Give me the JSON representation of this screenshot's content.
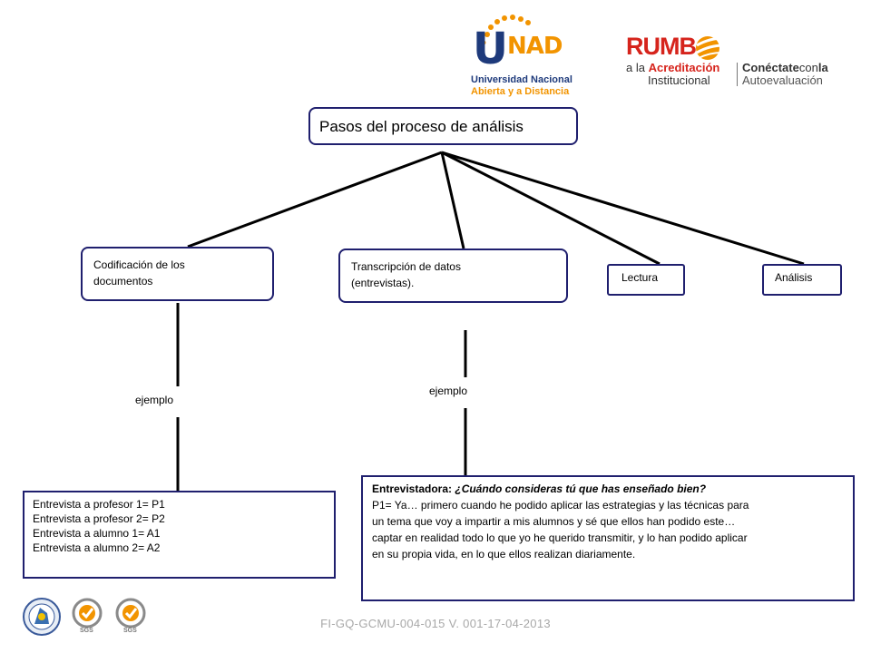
{
  "header": {
    "unad_logo": {
      "wordmark_u": "U",
      "wordmark_nad": "NAD",
      "line1": "Universidad Nacional",
      "line2": "Abierta y a Distancia"
    },
    "rumbo_logo": {
      "word": "RUMB",
      "line1_prefix": "a la ",
      "line1_bold": "Acreditación",
      "line2": "Institucional",
      "right_line1_a": "Conéctate",
      "right_line1_b": "con",
      "right_line1_c": "la",
      "right_line2": "Autoevaluación"
    }
  },
  "diagram": {
    "title": "Pasos del proceso de análisis",
    "steps": {
      "codificacion_line1": "Codificación de los",
      "codificacion_line2": "documentos",
      "transcripcion_line1": "Transcripción de datos",
      "transcripcion_line2": "(entrevistas).",
      "lectura": "Lectura",
      "analisis": "Análisis"
    },
    "example_label_left": "ejemplo",
    "example_label_right": "ejemplo",
    "codes": [
      "Entrevista a profesor 1= P1",
      "Entrevista a profesor 2= P2",
      "Entrevista a alumno 1= A1",
      "Entrevista a alumno 2= A2"
    ],
    "interview": {
      "speaker": "Entrevistadora: ",
      "question": "¿Cuándo consideras tú que has enseñado bien?",
      "answer_lines": [
        "P1= Ya… primero cuando he podido aplicar las estrategias y las técnicas para",
        "un tema que voy a impartir a mis alumnos y sé que ellos han podido este…",
        "captar en realidad todo lo que yo he querido transmitir, y lo han podido aplicar",
        "en su propia vida, en lo que ellos realizan diariamente."
      ]
    }
  },
  "footer": {
    "code": "FI-GQ-GCMU-004-015  V. 001-17-04-2013",
    "badge_text_1": "SGS",
    "badge_text_2": "SGS"
  },
  "colors": {
    "unad_blue": "#1e3a7b",
    "unad_orange": "#f29400",
    "rumbo_red": "#d6241c",
    "rumbo_orange": "#f29400",
    "box_border": "#1f1f6e",
    "footer_text": "#a8a8a8"
  }
}
